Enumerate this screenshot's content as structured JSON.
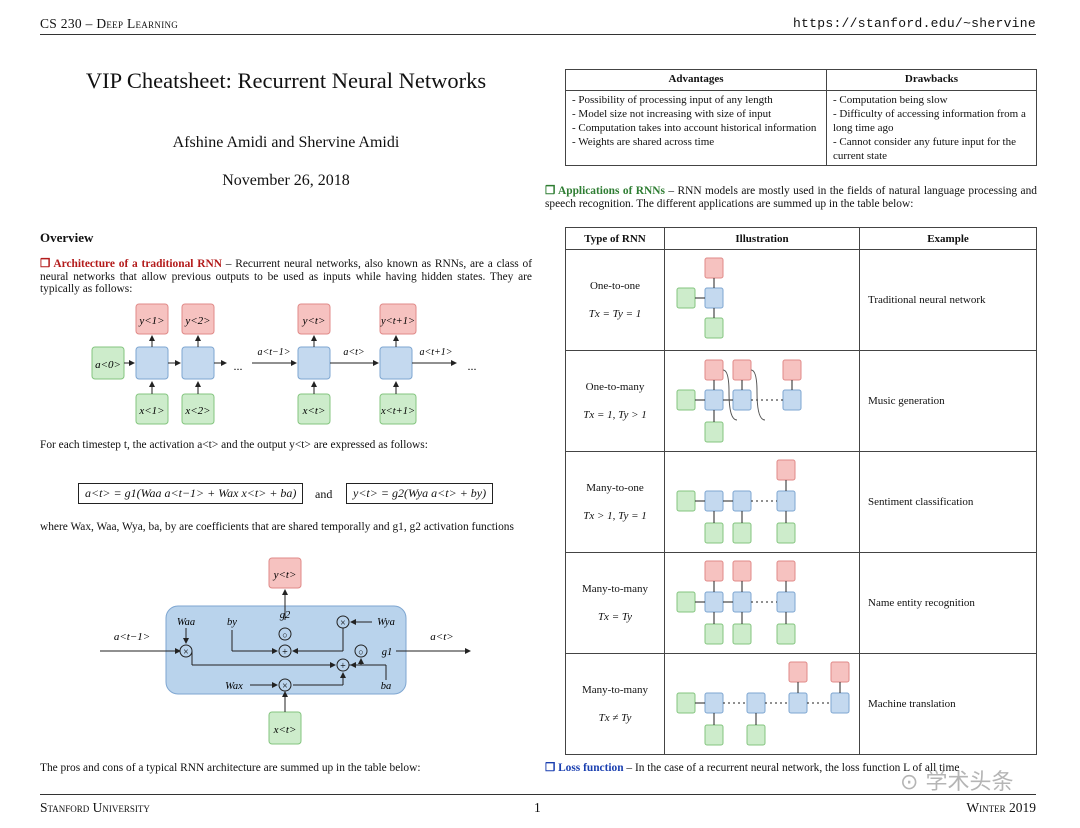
{
  "header": {
    "course": "CS 230 – Deep Learning",
    "url": "https://stanford.edu/~shervine"
  },
  "title": "VIP Cheatsheet: Recurrent Neural Networks",
  "authors": "Afshine Amidi and Shervine Amidi",
  "date": "November 26, 2018",
  "overview": {
    "heading": "Overview",
    "arch_title": "Architecture of a traditional RNN",
    "arch_text": " – Recurrent neural networks, also known as RNNs, are a class of neural networks that allow previous outputs to be used as inputs while having hidden states. They are typically as follows:",
    "timestep_text": "For each timestep t, the activation a<t> and the output y<t> are expressed as follows:",
    "eq1": "a<t> = g1(Waa a<t−1> + Wax x<t> + ba)",
    "eq_and": "and",
    "eq2": "y<t> = g2(Wya a<t> + by)",
    "coef_text": "where Wax, Waa, Wya, ba, by are coefficients that are shared temporally and g1, g2 activation functions",
    "proscons_text": "The pros and cons of a typical RNN architecture are summed up in the table below:"
  },
  "unrolled_diagram": {
    "a0": "a<0>",
    "outputs": [
      "y<1>",
      "y<2>",
      "y<t>",
      "y<t+1>"
    ],
    "inputs": [
      "x<1>",
      "x<2>",
      "x<t>",
      "x<t+1>"
    ],
    "arrows": [
      "a<t−1>",
      "a<t>",
      "a<t+1>"
    ],
    "ellipsis": "..."
  },
  "cell_diagram": {
    "y": "y<t>",
    "x": "x<t>",
    "a_in": "a<t−1>",
    "a_out": "a<t>",
    "Waa": "Waa",
    "by": "by",
    "g2": "g2",
    "Wya": "Wya",
    "g1": "g1",
    "Wax": "Wax",
    "ba": "ba"
  },
  "pros_cons": {
    "headers": [
      "Advantages",
      "Drawbacks"
    ],
    "advantages": [
      "- Possibility of processing input of any length",
      "- Model size not increasing with size of input",
      "- Computation takes into account historical information",
      "- Weights are shared across time"
    ],
    "drawbacks": [
      "- Computation being slow",
      "- Difficulty of accessing information from a long time ago",
      "- Cannot consider any future input for the current state"
    ]
  },
  "applications": {
    "title": "Applications of RNNs",
    "text": " – RNN models are mostly used in the fields of natural language processing and speech recognition. The different applications are summed up in the table below:",
    "headers": [
      "Type of RNN",
      "Illustration",
      "Example"
    ],
    "rows": [
      {
        "type": "One-to-one",
        "cond": "Tx = Ty = 1",
        "example": "Traditional neural network"
      },
      {
        "type": "One-to-many",
        "cond": "Tx = 1, Ty > 1",
        "example": "Music generation"
      },
      {
        "type": "Many-to-one",
        "cond": "Tx > 1, Ty = 1",
        "example": "Sentiment classification"
      },
      {
        "type": "Many-to-many",
        "cond": "Tx = Ty",
        "example": "Name entity recognition"
      },
      {
        "type": "Many-to-many",
        "cond": "Tx ≠ Ty",
        "example": "Machine translation"
      }
    ]
  },
  "loss": {
    "title": "Loss function",
    "text": " – In the case of a recurrent neural network, the loss function L of all time"
  },
  "watermark": "学术头条",
  "footer": {
    "left": "Stanford University",
    "center": "1",
    "right": "Winter 2019"
  },
  "colors": {
    "output_box": "#f6c2c0",
    "output_border": "#e08a88",
    "hidden_box": "#c4d9ef",
    "hidden_border": "#7ea6d1",
    "input_box": "#cdeccb",
    "input_border": "#84c57f",
    "cell_bg": "#b9d3ec",
    "heading_red": "#b31b1b",
    "heading_green": "#2e7d32",
    "heading_blue": "#1a3fb0"
  }
}
